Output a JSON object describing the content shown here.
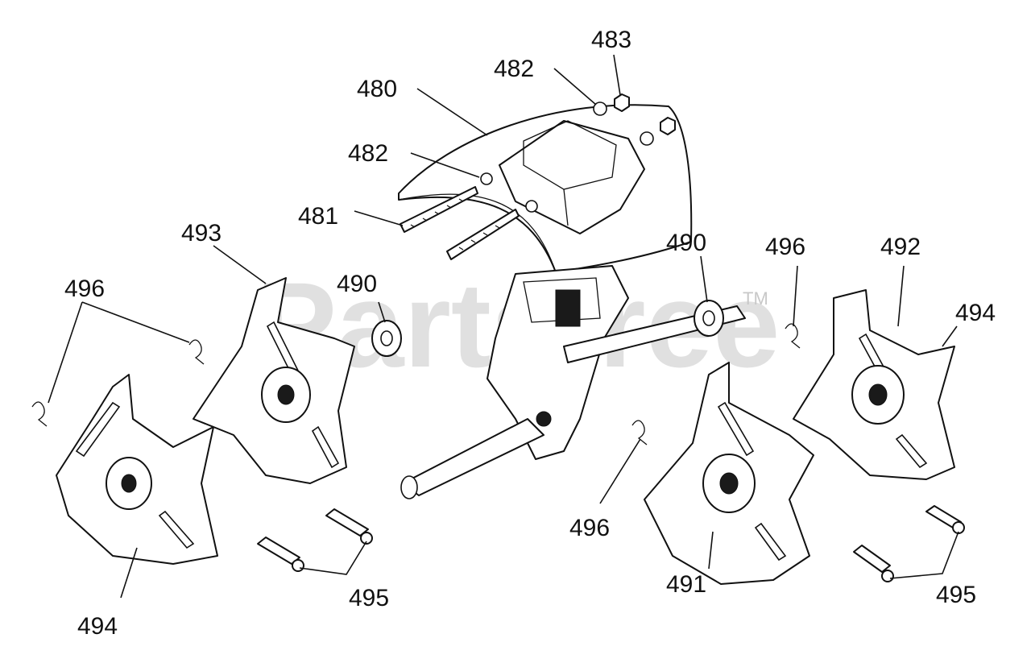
{
  "watermark": {
    "brand": "Partstree",
    "trademark": "TM"
  },
  "callouts": {
    "c480": "480",
    "c481": "481",
    "c482a": "482",
    "c482b": "482",
    "c483": "483",
    "c490a": "490",
    "c490b": "490",
    "c491": "491",
    "c492": "492",
    "c493": "493",
    "c494a": "494",
    "c494b": "494",
    "c495a": "495",
    "c495b": "495",
    "c496a": "496",
    "c496b": "496",
    "c496c": "496"
  }
}
